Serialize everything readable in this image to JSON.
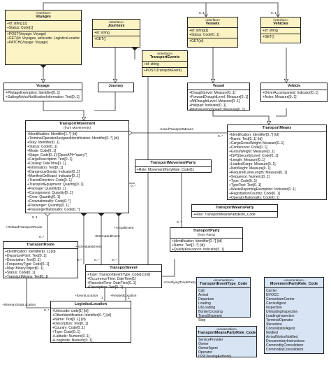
{
  "classes": {
    "voyages": {
      "stereotype": "«interface»",
      "name": "Voyages",
      "attrs": [
        "+id: string [1]",
        "+Status: Code[1]"
      ],
      "ops": [
        "+POST(Voyage: Voyage)",
        "+GET(Id: Voyages, unlocode: LogisticsLocation, OccurrenceTime: TransportEvent, Name: Vessel)",
        "+PATCH(Voyage: Voyage)"
      ]
    },
    "journeys": {
      "stereotype": "«interface»",
      "name": "Journeys",
      "attrs": [
        "+id: string"
      ],
      "ops": [
        "+GET()"
      ]
    },
    "vessels": {
      "stereotype": "«interface»",
      "name": "Vessels",
      "attrs": [
        "+id: string[1]",
        "+Status: Code[0..1]"
      ],
      "ops": [
        "+GET(id)"
      ]
    },
    "vehicles": {
      "stereotype": "«interface»",
      "name": "Vehicles",
      "attrs": [
        "+id: string"
      ],
      "ops": [
        "+GET()"
      ]
    },
    "transportEvents": {
      "stereotype": "«interface»",
      "name": "TransportEvents",
      "attrs": [
        "+id: string"
      ],
      "ops": [
        "+POST(TransportEvent)"
      ]
    },
    "voyage": {
      "name": "Voyage",
      "attrs": [
        "+PilotageExemption: Identifier[0..1]",
        "+SailingAdviceNotificationInformation: Text[0..1]"
      ]
    },
    "journey": {
      "name": "Journey",
      "attrs": []
    },
    "vessel": {
      "name": "Vessel",
      "attrs": [
        "+DraughtLevel: Measure[0..1]",
        "+ForwardDraughtLevel: Measure[0..1]",
        "+AftDraughtLevel: Measure[0..1]",
        "+Helipad: Indicator[0..1]",
        "+ManoeuvringSpeed: Measure[0..1]"
      ]
    },
    "vehicle": {
      "name": "Vehicle",
      "attrs": [
        "+DriverAccompanied: Indicator[0..1]",
        "+Axles: Measure[0..1]"
      ]
    },
    "transportMovement": {
      "name": "TransportMovement",
      "subtitle": "(from Movements)",
      "attrs": [
        "+Identification: Identifier[1..*] {id}",
        "+TerminalOperatorAssignedIdentification: Identifier[0..*] {id}",
        "+Stay: Identifier[0..1]",
        "+Status: Code[0..1]",
        "+Mode: Code[0..1]",
        "+Stage: Code[0..1] {OpenAPI=\"query\"}",
        "+CargoDescription: Text[0..1]",
        "+Closing: DateTime[0..1]",
        "+Information: Text[0..1]",
        "+DangerousGoods: Indicator[0..1]",
        "+ManifestOnBoard: Indicator[0..1]",
        "+TransitDirection: Code[0..1]",
        "+TransportEquipment: Quantity[0..1]",
        "+Package: Quantity[0..1]",
        "+Consignment: Quantity[0..1]",
        "+Crew: Quantity[0..1]",
        "+Crewnationality: Code[0..*]",
        "+Passenger: Quantity[0..1]",
        "+PassengerNationality: Code[0..*]"
      ]
    },
    "transportMeans": {
      "name": "TransportMeans",
      "attrs": [
        "+Identification: Identifier[0..*] {id}",
        "+Name: Text[0..1] {id}",
        "+CargoGrossWeight: Measure[0..1]",
        "+Conference: Code[0..1]",
        "+GrossWeight: Measure[0..1]",
        "+ISPSSecurityLevel: Code[0..1]",
        "+Length: Measure[0..1]",
        "+LoadedCargo: Measure[0..1]",
        "+NetWeight: Measure[0..1]",
        "+RequiredLaneLength: Measure[0..1]",
        "+Sequence: Numeric[0..1]",
        "+Type: Code[0..1]",
        "+TypeText: Text[0..1]",
        "+WasteReportingExemption: Indicator[0..1]",
        "+RegistrationCountry: Code[0..1]",
        "+OperatorNationality: Code[0..1]"
      ]
    },
    "transportMovementParty": {
      "name": "TransportMovementParty",
      "attrs": [
        "+Role: MovementPartyRole_Code[1]"
      ]
    },
    "transportMeansParty": {
      "name": "TransportMeansParty",
      "attrs": [
        "+Role: TransportMeansPartyRole_Code"
      ]
    },
    "transportRoute": {
      "name": "TransportRoute",
      "attrs": [
        "+Identification: Identifier[0..1] {id}",
        "+DeparturePoint: Text[0..1]",
        "+Description: Text[0..1]",
        "+FrequencyType: Code[0..1]",
        "+Map: BinaryObject[0..1]",
        "+Status: Code[0..1]",
        "+TransportMeans: Text[0..1]"
      ]
    },
    "transportParty": {
      "name": "TransportParty",
      "subtitle": "(from Party)",
      "attrs": [
        "+Identification: Identifier[0..*] {id}",
        "+Name: Text[1..*] {id}",
        "+QualityAssurance: Indicator[0..1]"
      ]
    },
    "transportEvent": {
      "name": "TransportEvent",
      "attrs": [
        "+Type: TransportEventType_Code[1] {id}",
        "+OccurrenceTime: DateTime[1]",
        "+ReportedTime: DateTime[0..1]",
        "+Description: Text[0..1]"
      ]
    },
    "logisticsLocation": {
      "name": "LogisticsLocation",
      "attrs": [
        "+Unlocode: code[1] {id}",
        "+OtherIdentification: Identifier[0..*] {id}",
        "+Name: Text[0..1] {id}",
        "+Description: Text[0..1]",
        "+Country: Code[0..1]",
        "+Type: Code[0..1]",
        "+Latitude: Numeric[0..1]",
        "+Longitude: Numeric[0..1]"
      ]
    },
    "transportEventTypeCode": {
      "stereotype": "«enumeration»",
      "name": "TransportEventType_Code",
      "literals": [
        "Call",
        "Arrival",
        "Departure",
        "Loading",
        "UnLoading",
        "BorderCrossing",
        "TransShipment",
        "Stop"
      ]
    },
    "transportMeansPartyRoleCode": {
      "stereotype": "«enumeration»",
      "name": "TransportMeansPartyRole_Code",
      "literals": [
        "ServiceProvider",
        "Owner",
        "OwnerAgent",
        "Operator",
        "ISSCIssuingAuthority"
      ]
    },
    "movementPartyRoleCode": {
      "stereotype": "«enumeration»",
      "name": "MovementPartyRole_Code",
      "literals": [
        "Carrier",
        "NVOCC",
        "ConsortiumCarrier",
        "CarrierAgent",
        "Inspection",
        "UnloadingInspection",
        "LoadingInspection",
        "TerminalOperator",
        "Stevedore",
        "ConsolidatorAgent",
        "Notified",
        "ArrivalNoticeNotified",
        "DocumentaryInstructions",
        "CommodityConsolidator",
        "CommodityConsolidator"
      ]
    }
  },
  "labels": {
    "usedTransportMeans": "+UsedTransportMeans",
    "relatedTransportRoute": "+RelatedTransportRoute",
    "scheduledEvent": "+ScheduledEvent",
    "estimatedEvent": "+EstimatedEvent",
    "actualEvent": "+ActualEvent",
    "certifyingTradeParty": "+CertifyingTradeParty",
    "itineraryStopLocation": "+ItineraryStopLocation",
    "eventLocation": "+EventLocation",
    "relatedLocation": "+RelatedLocation"
  },
  "multiplicities": {
    "m_0_1_vessels": "0..1",
    "m_0_1_vehicles": "0..1",
    "m_01_route": "0..1",
    "m_0star_route": "0..*",
    "m_0star_mp": "0..*",
    "m_0star_tp": "0..*",
    "m_0star_ev1": "0..*",
    "m_0star_ev2": "0..*",
    "m_0star_ev3": "0..*",
    "m_0star_loc": "0..*",
    "m_1_loc1": "1",
    "m_1_loc2": "1",
    "m_0star_means": "0..*"
  },
  "colors": {
    "interface": "#fbf3c4",
    "enumeration": "#d6e4f4",
    "class": "#ffffff",
    "line": "#222222"
  }
}
